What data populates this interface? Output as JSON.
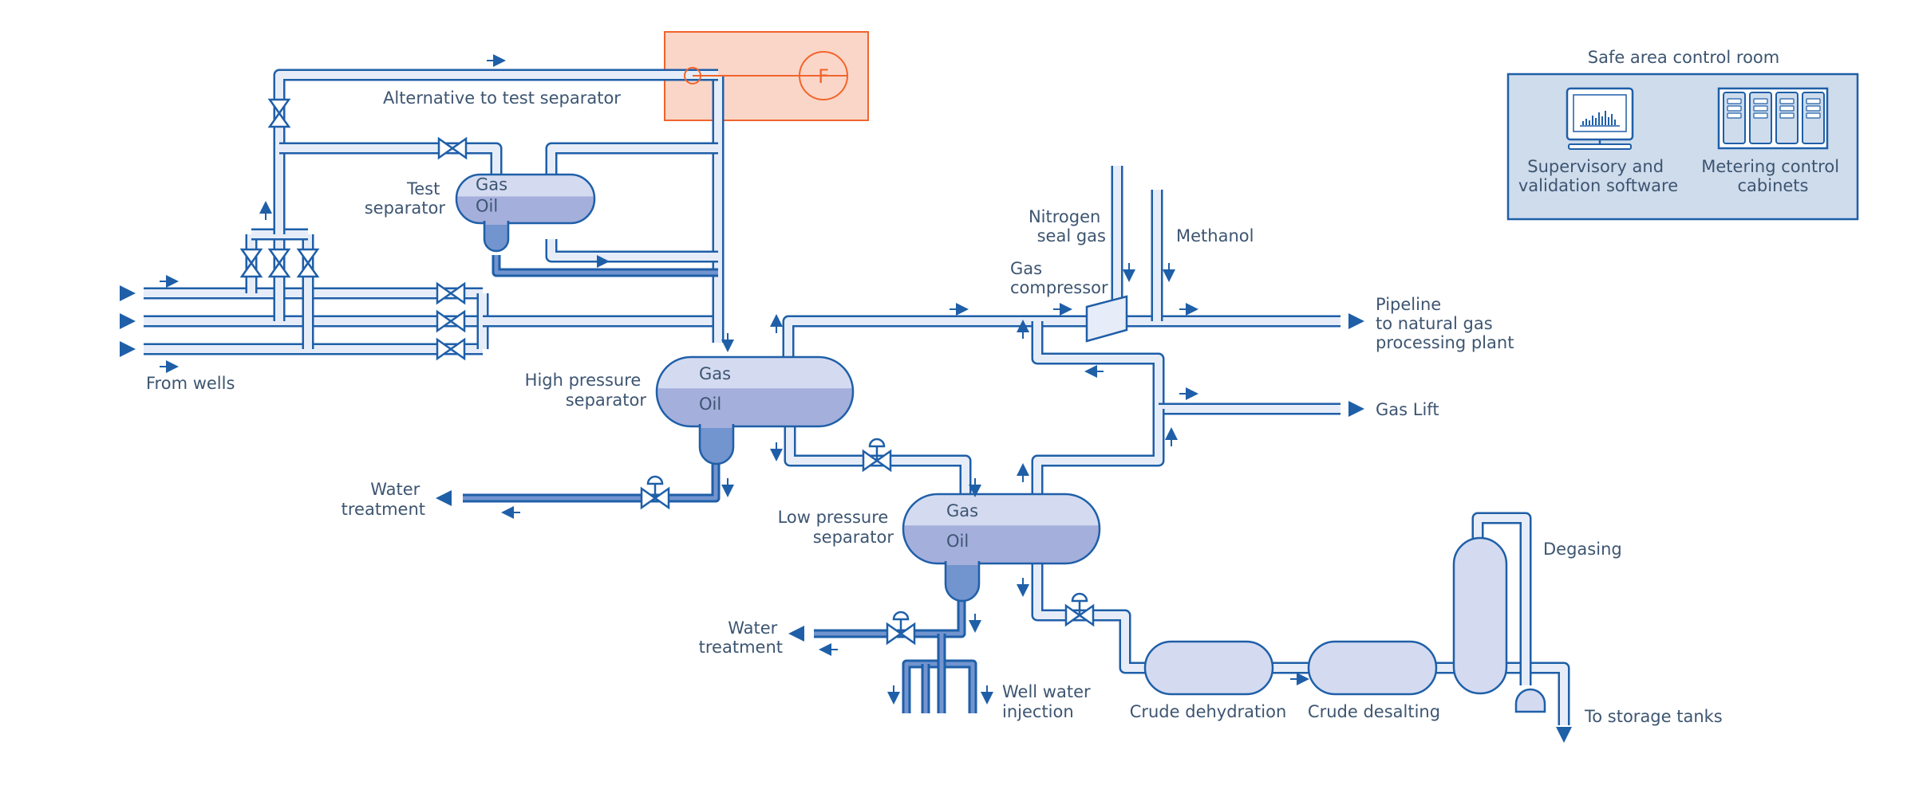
{
  "colors": {
    "pipe": "#1f5fa8",
    "pipe_fill": "#e6edf8",
    "gas_fill": "#d4dbf1",
    "oil_fill": "#a4afdc",
    "water_fill": "#7294cf",
    "text": "#3d5571",
    "control_room_fill": "#cfdcec",
    "flow_meter_fill": "#fad6c8",
    "flow_meter_stroke": "#f2642c"
  },
  "labels": {
    "alternative": "Alternative to test separator",
    "test_separator": [
      "Test",
      "separator"
    ],
    "from_wells": "From wells",
    "hp_separator": [
      "High pressure",
      "separator"
    ],
    "lp_separator": [
      "Low pressure",
      "separator"
    ],
    "water_treatment_1": [
      "Water",
      "treatment"
    ],
    "water_treatment_2": [
      "Water",
      "treatment"
    ],
    "nitrogen": [
      "Nitrogen",
      "seal gas"
    ],
    "methanol": "Methanol",
    "gas_compressor": [
      "Gas",
      "compressor"
    ],
    "pipeline": [
      "Pipeline",
      "to natural gas",
      "processing plant"
    ],
    "gas_lift": "Gas Lift",
    "well_water": [
      "Well water",
      "injection"
    ],
    "crude_dehydration": "Crude dehydration",
    "crude_desalting": "Crude desalting",
    "degasing": "Degasing",
    "to_storage": "To storage tanks"
  },
  "vessel_labels": {
    "gas": "Gas",
    "oil": "Oil"
  },
  "flow_meter": {
    "symbol": "F"
  },
  "control_room": {
    "title": "Safe area control room",
    "supervisory": [
      "Supervisory and",
      "validation software"
    ],
    "metering": [
      "Metering control",
      "cabinets"
    ]
  }
}
